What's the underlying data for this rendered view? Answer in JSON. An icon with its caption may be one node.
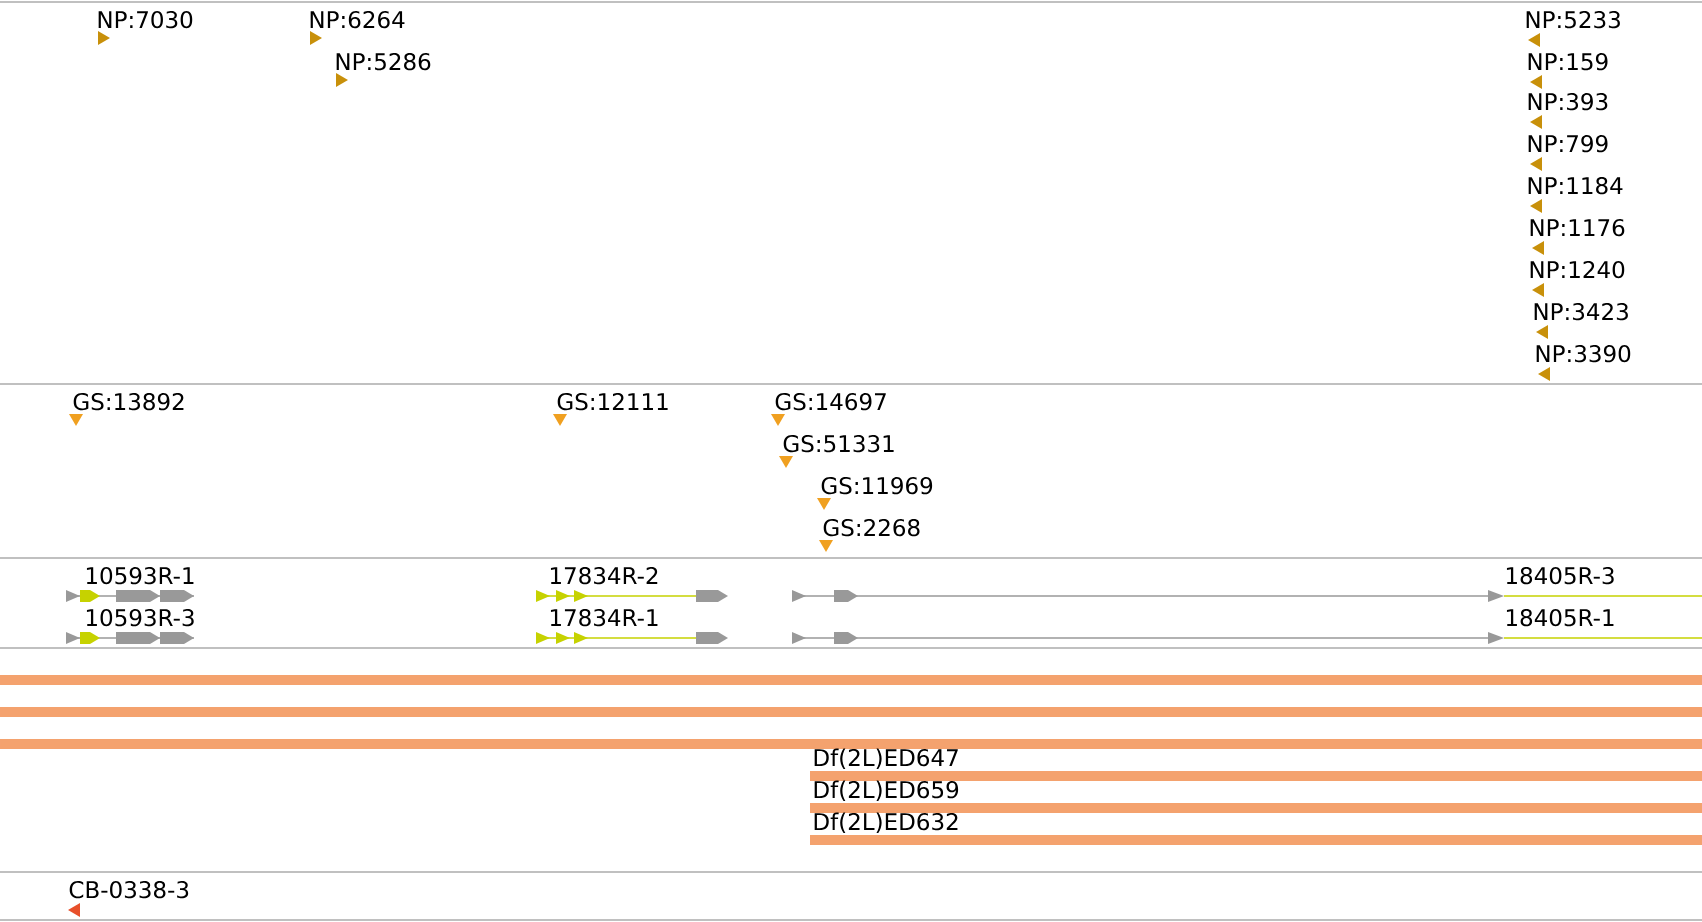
{
  "diagram": {
    "labels": [
      "NP:7030",
      "NP:6264",
      "NP:5286",
      "NP:5233",
      "NP:159",
      "NP:393",
      "NP:799",
      "NP:1184",
      "NP:1176",
      "NP:1240",
      "NP:3423",
      "NP:3390",
      "GS:13892",
      "GS:12111",
      "GS:14697",
      "GS:51331",
      "GS:11969",
      "GS:2268",
      "10593R-1",
      "17834R-2",
      "18405R-3",
      "10593R-3",
      "17834R-1",
      "18405R-1",
      "Df(2L)ED647",
      "Df(2L)ED659",
      "Df(2L)ED632",
      "CB-0338-3"
    ]
  }
}
